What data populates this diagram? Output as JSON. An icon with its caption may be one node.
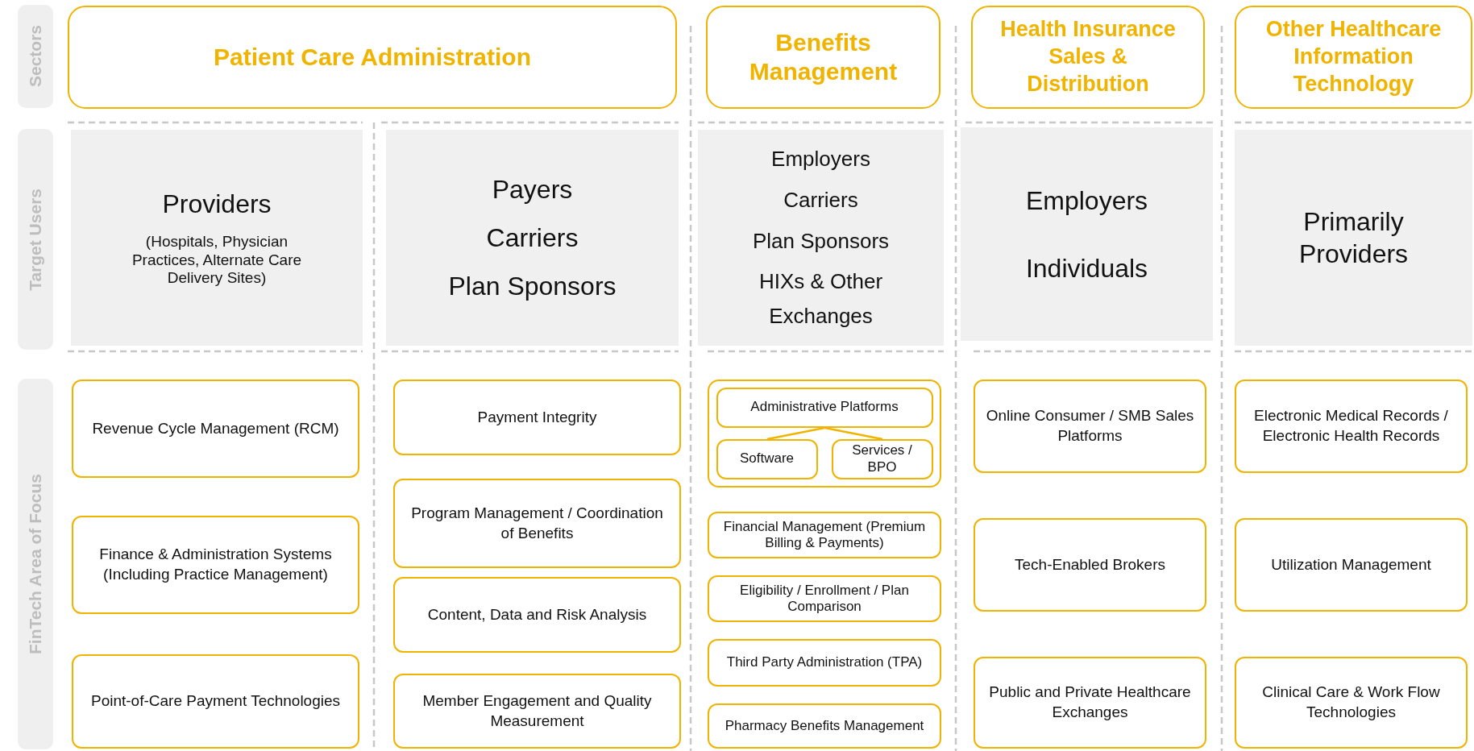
{
  "diagram": {
    "nodes": [
      {
        "text": [
          "Sectors"
        ]
      },
      {
        "text": [
          "Patient Care Administration"
        ]
      },
      {
        "text": [
          "Benefits Management"
        ]
      },
      {
        "text": [
          "Health Insurance Sales & Distribution"
        ]
      },
      {
        "text": [
          "Other Healthcare Information Technology"
        ]
      },
      {
        "text": [
          "Target Users"
        ]
      },
      {
        "text": [
          "Providers",
          "(Hospitals, Physician Practices, Alternate Care Delivery Sites)"
        ]
      },
      {
        "text": [
          "Payers",
          "Carriers",
          "Plan Sponsors"
        ]
      },
      {
        "text": [
          "Employers",
          "Carriers",
          "Plan Sponsors",
          "HIXs & Other Exchanges"
        ]
      },
      {
        "text": [
          "Employers",
          "Individuals"
        ]
      },
      {
        "text": [
          "Primarily Providers"
        ]
      },
      {
        "text": [
          "FinTech Area of Focus"
        ]
      },
      {
        "text": [
          "Revenue Cycle Management (RCM)"
        ]
      },
      {
        "text": [
          "Finance & Administration Systems (Including Practice Management)"
        ]
      },
      {
        "text": [
          "Point-of-Care Payment Technologies"
        ]
      },
      {
        "text": [
          "Payment Integrity"
        ]
      },
      {
        "text": [
          "Program Management / Coordination of Benefits"
        ]
      },
      {
        "text": [
          "Content, Data and Risk Analysis"
        ]
      },
      {
        "text": [
          "Member Engagement and Quality Measurement"
        ]
      },
      {
        "text": [],
        "shape": "box"
      },
      {
        "text": [
          "Administrative Platforms"
        ],
        "in": 19
      },
      {
        "text": [
          "Software"
        ],
        "in": 19
      },
      {
        "text": [
          "Services / BPO"
        ],
        "in": 19
      },
      {
        "text": [
          "Financial Management (Premium Billing & Payments)"
        ]
      },
      {
        "text": [
          "Eligibility / Enrollment / Plan Comparison"
        ]
      },
      {
        "text": [
          "Third Party Administration (TPA)"
        ]
      },
      {
        "text": [
          "Pharmacy Benefits Management"
        ]
      },
      {
        "text": [
          "Online Consumer / SMB Sales Platforms"
        ]
      },
      {
        "text": [
          "Tech-Enabled Brokers"
        ]
      },
      {
        "text": [
          "Public and Private Healthcare Exchanges"
        ]
      },
      {
        "text": [
          "Electronic Medical Records / Electronic Health Records"
        ]
      },
      {
        "text": [
          "Utilization Management"
        ]
      },
      {
        "text": [
          "Clinical Care & Work Flow Technologies"
        ]
      }
    ],
    "edges": [
      {
        "from": 20,
        "to": 21,
        "arrow": "none"
      },
      {
        "from": 20,
        "to": 22,
        "arrow": "none"
      }
    ]
  }
}
